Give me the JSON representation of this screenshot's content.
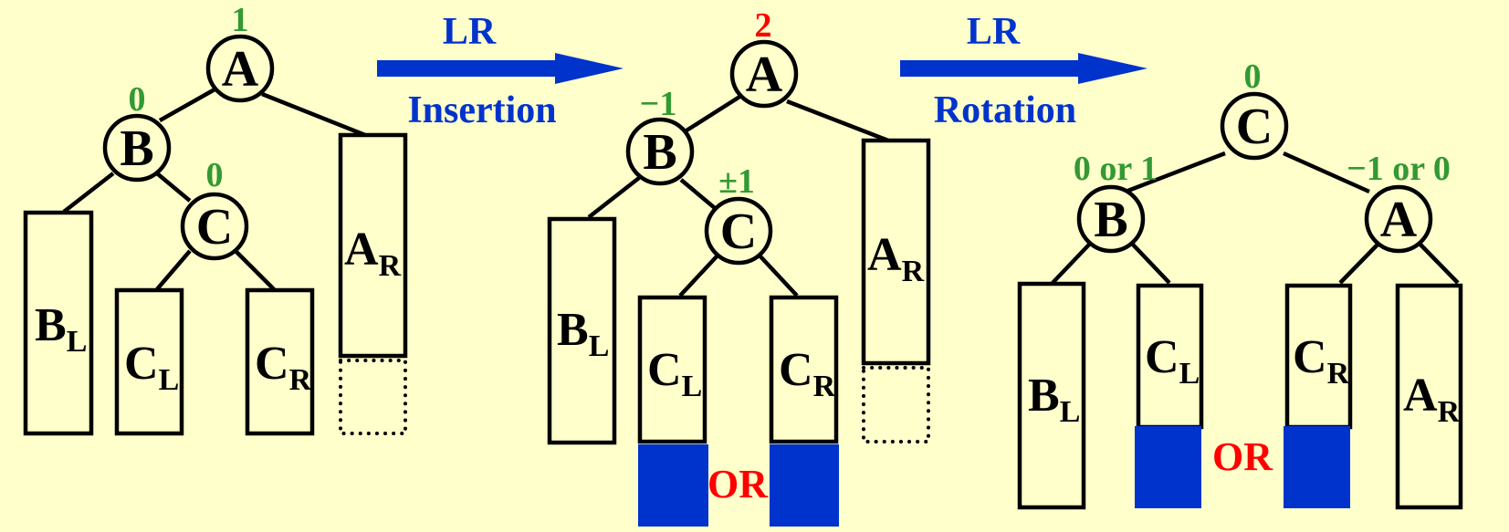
{
  "colors": {
    "background": "#ffffcc",
    "balance_factor": "#339933",
    "unbalanced": "#ff0000",
    "arrow": "#0033cc",
    "inserted_block": "#0033cc",
    "or_label": "#ff0000"
  },
  "arrows": [
    {
      "top": "LR",
      "bottom": "Insertion"
    },
    {
      "top": "LR",
      "bottom": "Rotation"
    }
  ],
  "trees": [
    {
      "name": "before-insertion",
      "nodes": [
        {
          "label": "A",
          "bf": "1"
        },
        {
          "label": "B",
          "bf": "0"
        },
        {
          "label": "C",
          "bf": "0"
        }
      ],
      "subtrees": [
        {
          "main": "B",
          "sub": "L"
        },
        {
          "main": "C",
          "sub": "L"
        },
        {
          "main": "C",
          "sub": "R"
        },
        {
          "main": "A",
          "sub": "R"
        }
      ]
    },
    {
      "name": "after-insertion",
      "nodes": [
        {
          "label": "A",
          "bf": "2"
        },
        {
          "label": "B",
          "bf": "−1"
        },
        {
          "label": "C",
          "bf": "±1"
        }
      ],
      "subtrees": [
        {
          "main": "B",
          "sub": "L"
        },
        {
          "main": "C",
          "sub": "L"
        },
        {
          "main": "C",
          "sub": "R"
        },
        {
          "main": "A",
          "sub": "R"
        }
      ],
      "or_label": "OR"
    },
    {
      "name": "after-rotation",
      "nodes": [
        {
          "label": "C",
          "bf": "0"
        },
        {
          "label": "B",
          "bf": "0 or 1"
        },
        {
          "label": "A",
          "bf": "−1 or 0"
        }
      ],
      "subtrees": [
        {
          "main": "B",
          "sub": "L"
        },
        {
          "main": "C",
          "sub": "L"
        },
        {
          "main": "C",
          "sub": "R"
        },
        {
          "main": "A",
          "sub": "R"
        }
      ],
      "or_label": "OR"
    }
  ]
}
